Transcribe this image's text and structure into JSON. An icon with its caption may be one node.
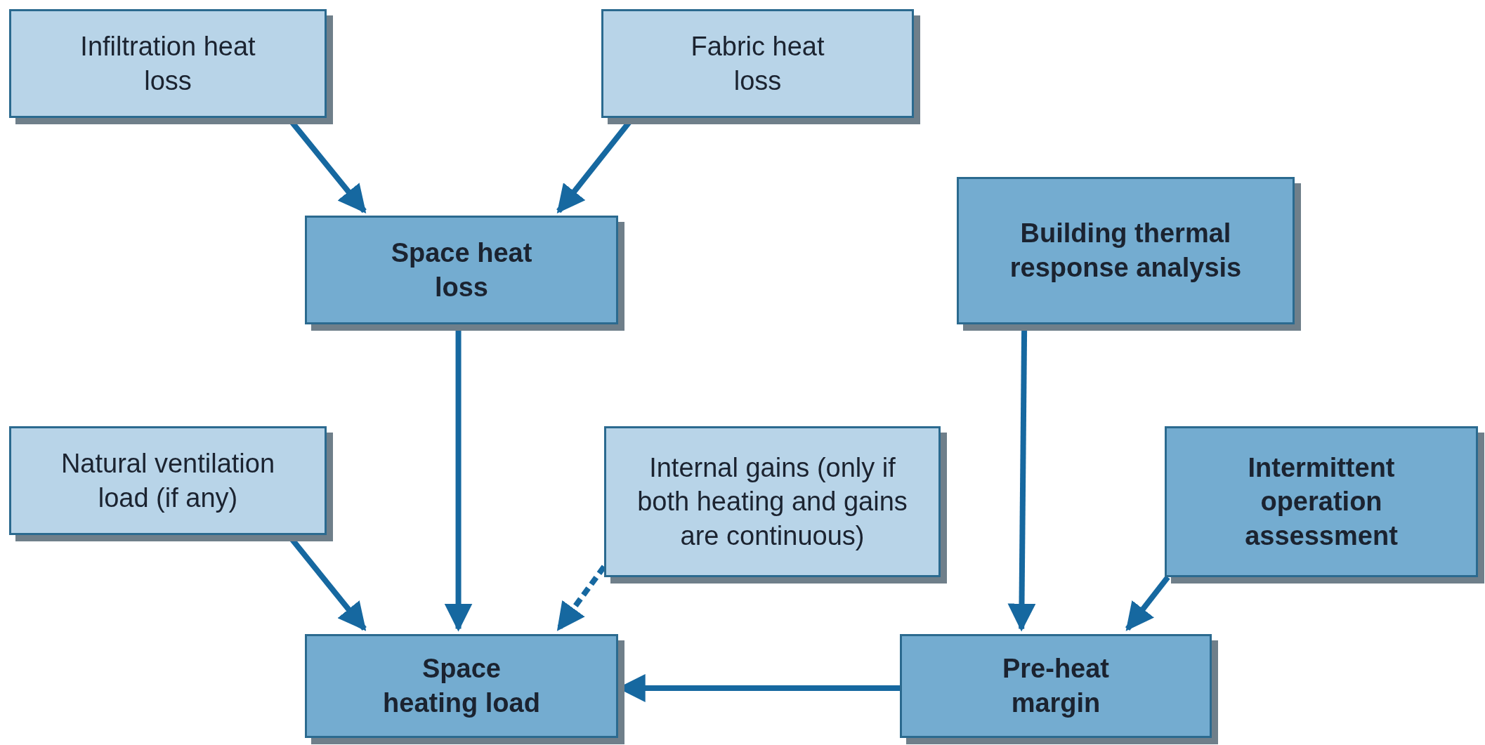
{
  "diagram": {
    "nodes": [
      {
        "text": [
          "Infiltration heat loss"
        ]
      },
      {
        "text": [
          "Fabric heat loss"
        ]
      },
      {
        "text": [
          "Space heat loss"
        ]
      },
      {
        "text": [
          "Building thermal response analysis"
        ]
      },
      {
        "text": [
          "Natural ventilation load (if any)"
        ]
      },
      {
        "text": [
          "Internal gains (only if both heating and gains are continuous)"
        ]
      },
      {
        "text": [
          "Intermittent operation assessment"
        ]
      },
      {
        "text": [
          "Space heating load"
        ]
      },
      {
        "text": [
          "Pre-heat margin"
        ]
      }
    ],
    "edges": [
      {
        "from": 0,
        "to": 2,
        "arrow": "to"
      },
      {
        "from": 1,
        "to": 2,
        "arrow": "to"
      },
      {
        "from": 2,
        "to": 7,
        "arrow": "to"
      },
      {
        "from": 3,
        "to": 8,
        "arrow": "to"
      },
      {
        "from": 4,
        "to": 7,
        "arrow": "to"
      },
      {
        "from": 5,
        "to": 7,
        "arrow": "to",
        "style": "dashed"
      },
      {
        "from": 6,
        "to": 8,
        "arrow": "to"
      },
      {
        "from": 8,
        "to": 7,
        "arrow": "to"
      }
    ]
  }
}
